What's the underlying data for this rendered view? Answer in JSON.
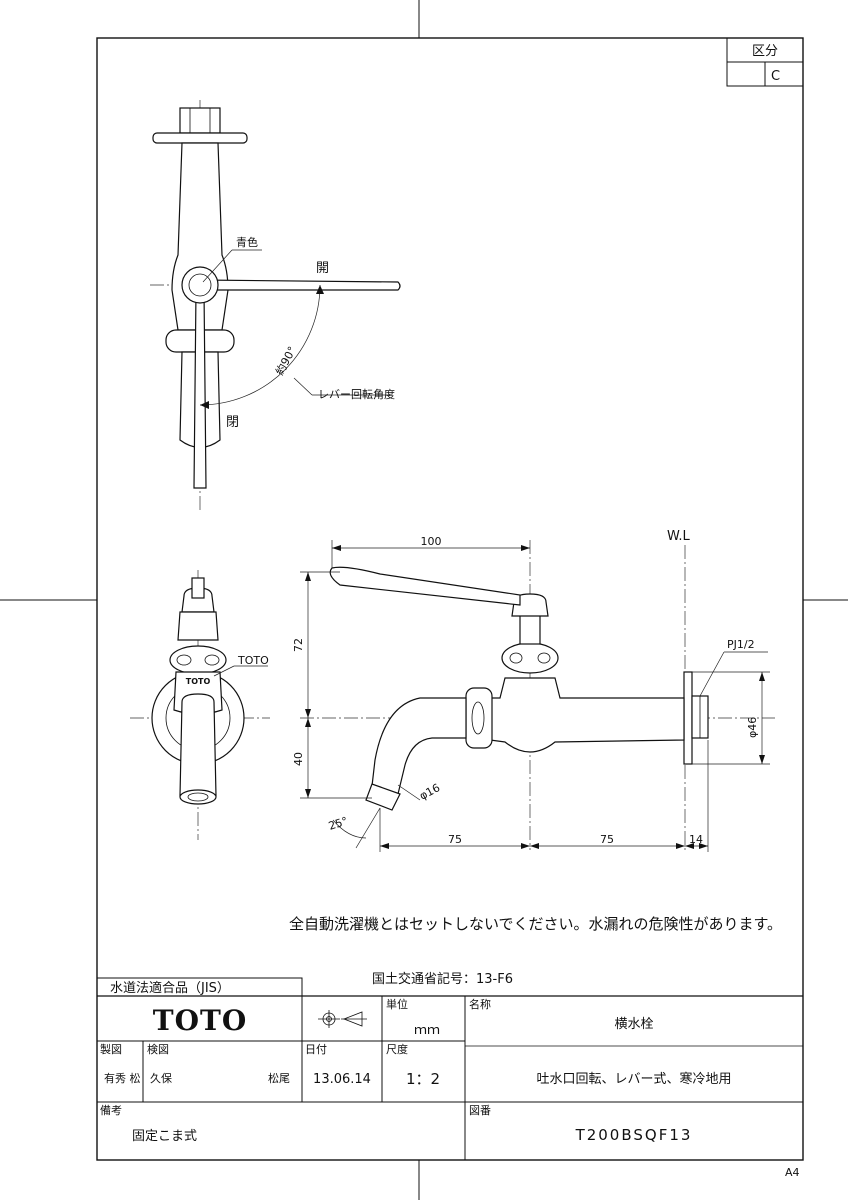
{
  "sheet": {
    "size": "A4"
  },
  "category_box": {
    "header": "区分",
    "value": "C"
  },
  "top_view": {
    "color_label": "青色",
    "open_label_1": "開",
    "open_label_2": "閉",
    "angle_label": "約90°",
    "rotation_label": "レバー回転角度"
  },
  "front_view": {
    "brand_label": "TOTO",
    "emboss": "TOTO"
  },
  "side_view": {
    "wl_label": "W.L",
    "thread_label": "PJ1/2",
    "dim_100": "100",
    "dim_72": "72",
    "dim_40": "40",
    "dim_phi16": "φ16",
    "dim_phi46": "φ46",
    "dim_25deg": "25°",
    "dim_75a": "75",
    "dim_75b": "75",
    "dim_14": "14"
  },
  "notes": {
    "warning": "全自動洗濯機とはセットしないでください。水漏れの危険性があります。",
    "mlit_code": "国土交通省記号：13-F6"
  },
  "title_block": {
    "jis_label": "水道法適合品（JIS）",
    "logo": "TOTO",
    "unit_label": "単位",
    "unit_value": "ｍｍ",
    "name_label": "名称",
    "name_value": "横水栓",
    "drawn_label": "製図",
    "checked_label": "検図",
    "date_label": "日付",
    "date_value": "13.06.14",
    "scale_label": "尺度",
    "scale_value": "1：2",
    "description": "吐水口回転、レバー式、寒冷地用",
    "remarks_label": "備考",
    "remarks_value": "固定こま式",
    "drawing_no_label": "図番",
    "drawing_no_value": "T200BSQF13",
    "stamp_drawn": "有秀 松",
    "stamp_checked_1": "久保",
    "stamp_checked_2": "松尾"
  }
}
